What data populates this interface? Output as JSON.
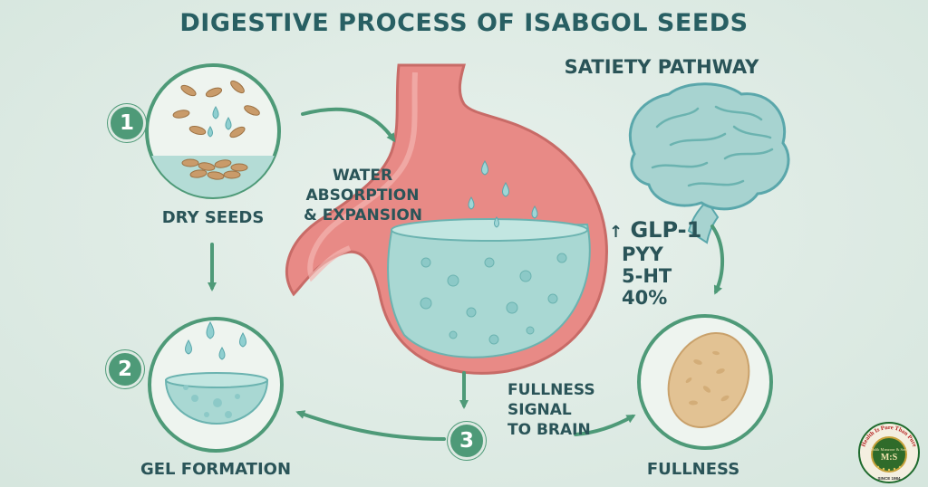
{
  "title": "DIGESTIVE PROCESS OF ISABGOL SEEDS",
  "steps": {
    "step1": {
      "number": "1",
      "label": "DRY SEEDS"
    },
    "step2": {
      "number": "2",
      "label": "GEL FORMATION"
    },
    "step3": {
      "number": "3"
    }
  },
  "labels": {
    "water_line1": "WATER",
    "water_line2": "ABSORPTION",
    "water_line3": "& EXPANSION",
    "satiety": "SATIETY PATHWAY",
    "signal_line1": "FULLNESS",
    "signal_line2": "SIGNAL",
    "signal_line3": "TO BRAIN",
    "fullness": "FULLNESS"
  },
  "hormones": {
    "arrow": "↑",
    "glp1": "GLP-1",
    "pyy": "PYY",
    "ht5": "5-HT",
    "percent": "40%"
  },
  "logo": {
    "arc_text": "Health Is Pure Than Pure",
    "name": "Malik Manzoor & Sons",
    "initials": "M:S",
    "since": "SINCE 1984"
  },
  "colors": {
    "background": "#dde9e2",
    "teal_text": "#2a5458",
    "green_accent": "#4e9a78",
    "stomach": "#e88a86",
    "gel": "#a9d8d3"
  }
}
